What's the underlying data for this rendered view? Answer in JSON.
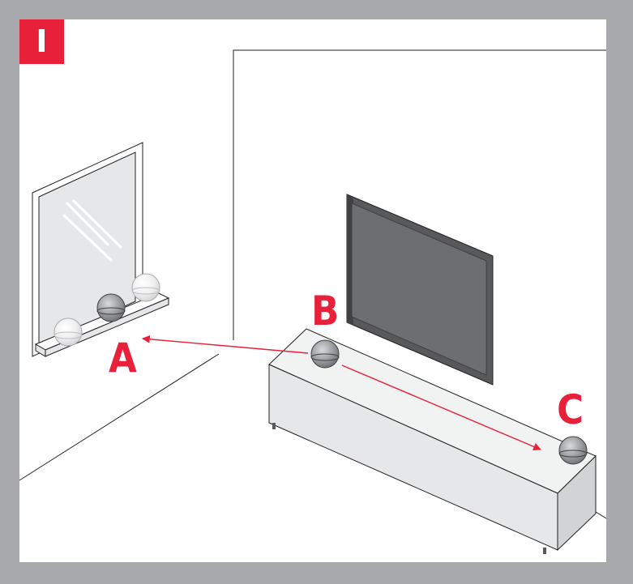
{
  "step": {
    "label": "I"
  },
  "callouts": {
    "a": "A",
    "b": "B",
    "c": "C"
  },
  "colors": {
    "accent": "#e8203a",
    "frame": "#a7a9ac",
    "tv": "#58595b",
    "cabinet": "#e6e7e8",
    "speaker": "#9d9fa2",
    "line": "#231f20"
  },
  "icons": {
    "speaker": "sphere-speaker-icon",
    "tv": "tv-icon",
    "mirror": "mirror-icon"
  }
}
